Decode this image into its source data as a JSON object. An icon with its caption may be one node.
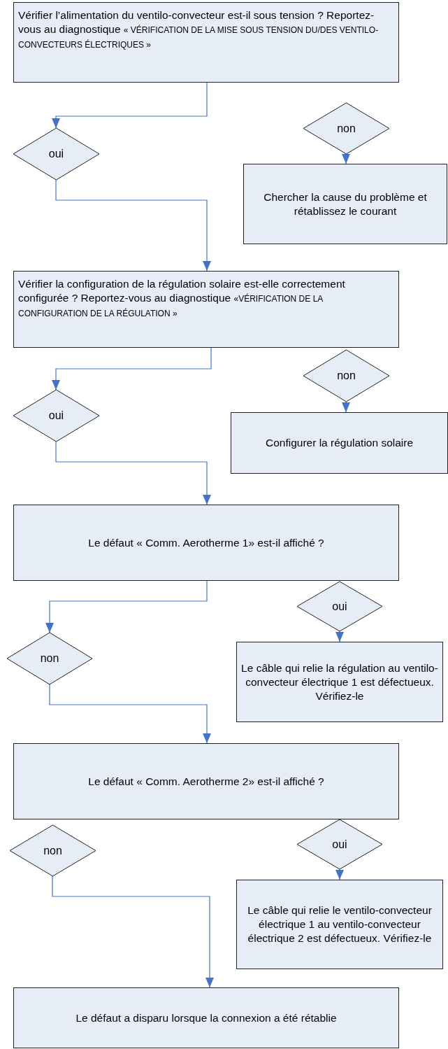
{
  "diagram": {
    "nodes": [
      {
        "text": [
          "Vérifier l’alimentation du ventilo-convecteur est-il sous tension ? Reportez-vous au diagnostique",
          "« VÉRIFICATION DE LA MISE SOUS TENSION DU/DES VENTILO-CONVECTEURS ÉLECTRIQUES »"
        ]
      },
      {
        "text": [
          "oui"
        ]
      },
      {
        "text": [
          "non"
        ]
      },
      {
        "text": [
          "Chercher la cause du problème et rétablissez le courant"
        ]
      },
      {
        "text": [
          "Vérifier la configuration de la régulation solaire est-elle correctement configurée ? Reportez-vous au diagnostique",
          "«VÉRIFICATION DE LA CONFIGURATION DE LA RÉGULATION »"
        ]
      },
      {
        "text": [
          "oui"
        ]
      },
      {
        "text": [
          "non"
        ]
      },
      {
        "text": [
          "Configurer la régulation solaire"
        ]
      },
      {
        "text": [
          "Le défaut « Comm. Aerotherme 1» est-il affiché ?"
        ]
      },
      {
        "text": [
          "oui"
        ]
      },
      {
        "text": [
          "non"
        ]
      },
      {
        "text": [
          "Le câble qui relie la régulation au ventilo-convecteur électrique 1 est défectueux. Vérifiez-le"
        ]
      },
      {
        "text": [
          "Le défaut « Comm. Aerotherme 2» est-il affiché ?"
        ]
      },
      {
        "text": [
          "non"
        ]
      },
      {
        "text": [
          "oui"
        ]
      },
      {
        "text": [
          "Le câble qui relie le ventilo-convecteur électrique 1 au ventilo-convecteur électrique 2 est défectueux. Vérifiez-le"
        ]
      },
      {
        "text": [
          "Le défaut a disparu lorsque la connexion a été rétablie"
        ]
      }
    ],
    "edges": [
      {
        "from": 0,
        "to": 1,
        "arrow": "to"
      },
      {
        "from": 1,
        "to": 4,
        "arrow": "to"
      },
      {
        "from": 2,
        "to": 3,
        "arrow": "to"
      },
      {
        "from": 4,
        "to": 5,
        "arrow": "to"
      },
      {
        "from": 5,
        "to": 8,
        "arrow": "to"
      },
      {
        "from": 6,
        "to": 7,
        "arrow": "to"
      },
      {
        "from": 8,
        "to": 10,
        "arrow": "to"
      },
      {
        "from": 10,
        "to": 12,
        "arrow": "to"
      },
      {
        "from": 9,
        "to": 11,
        "arrow": "to"
      },
      {
        "from": 13,
        "to": 16,
        "arrow": "to"
      },
      {
        "from": 14,
        "to": 15,
        "arrow": "to"
      }
    ]
  }
}
